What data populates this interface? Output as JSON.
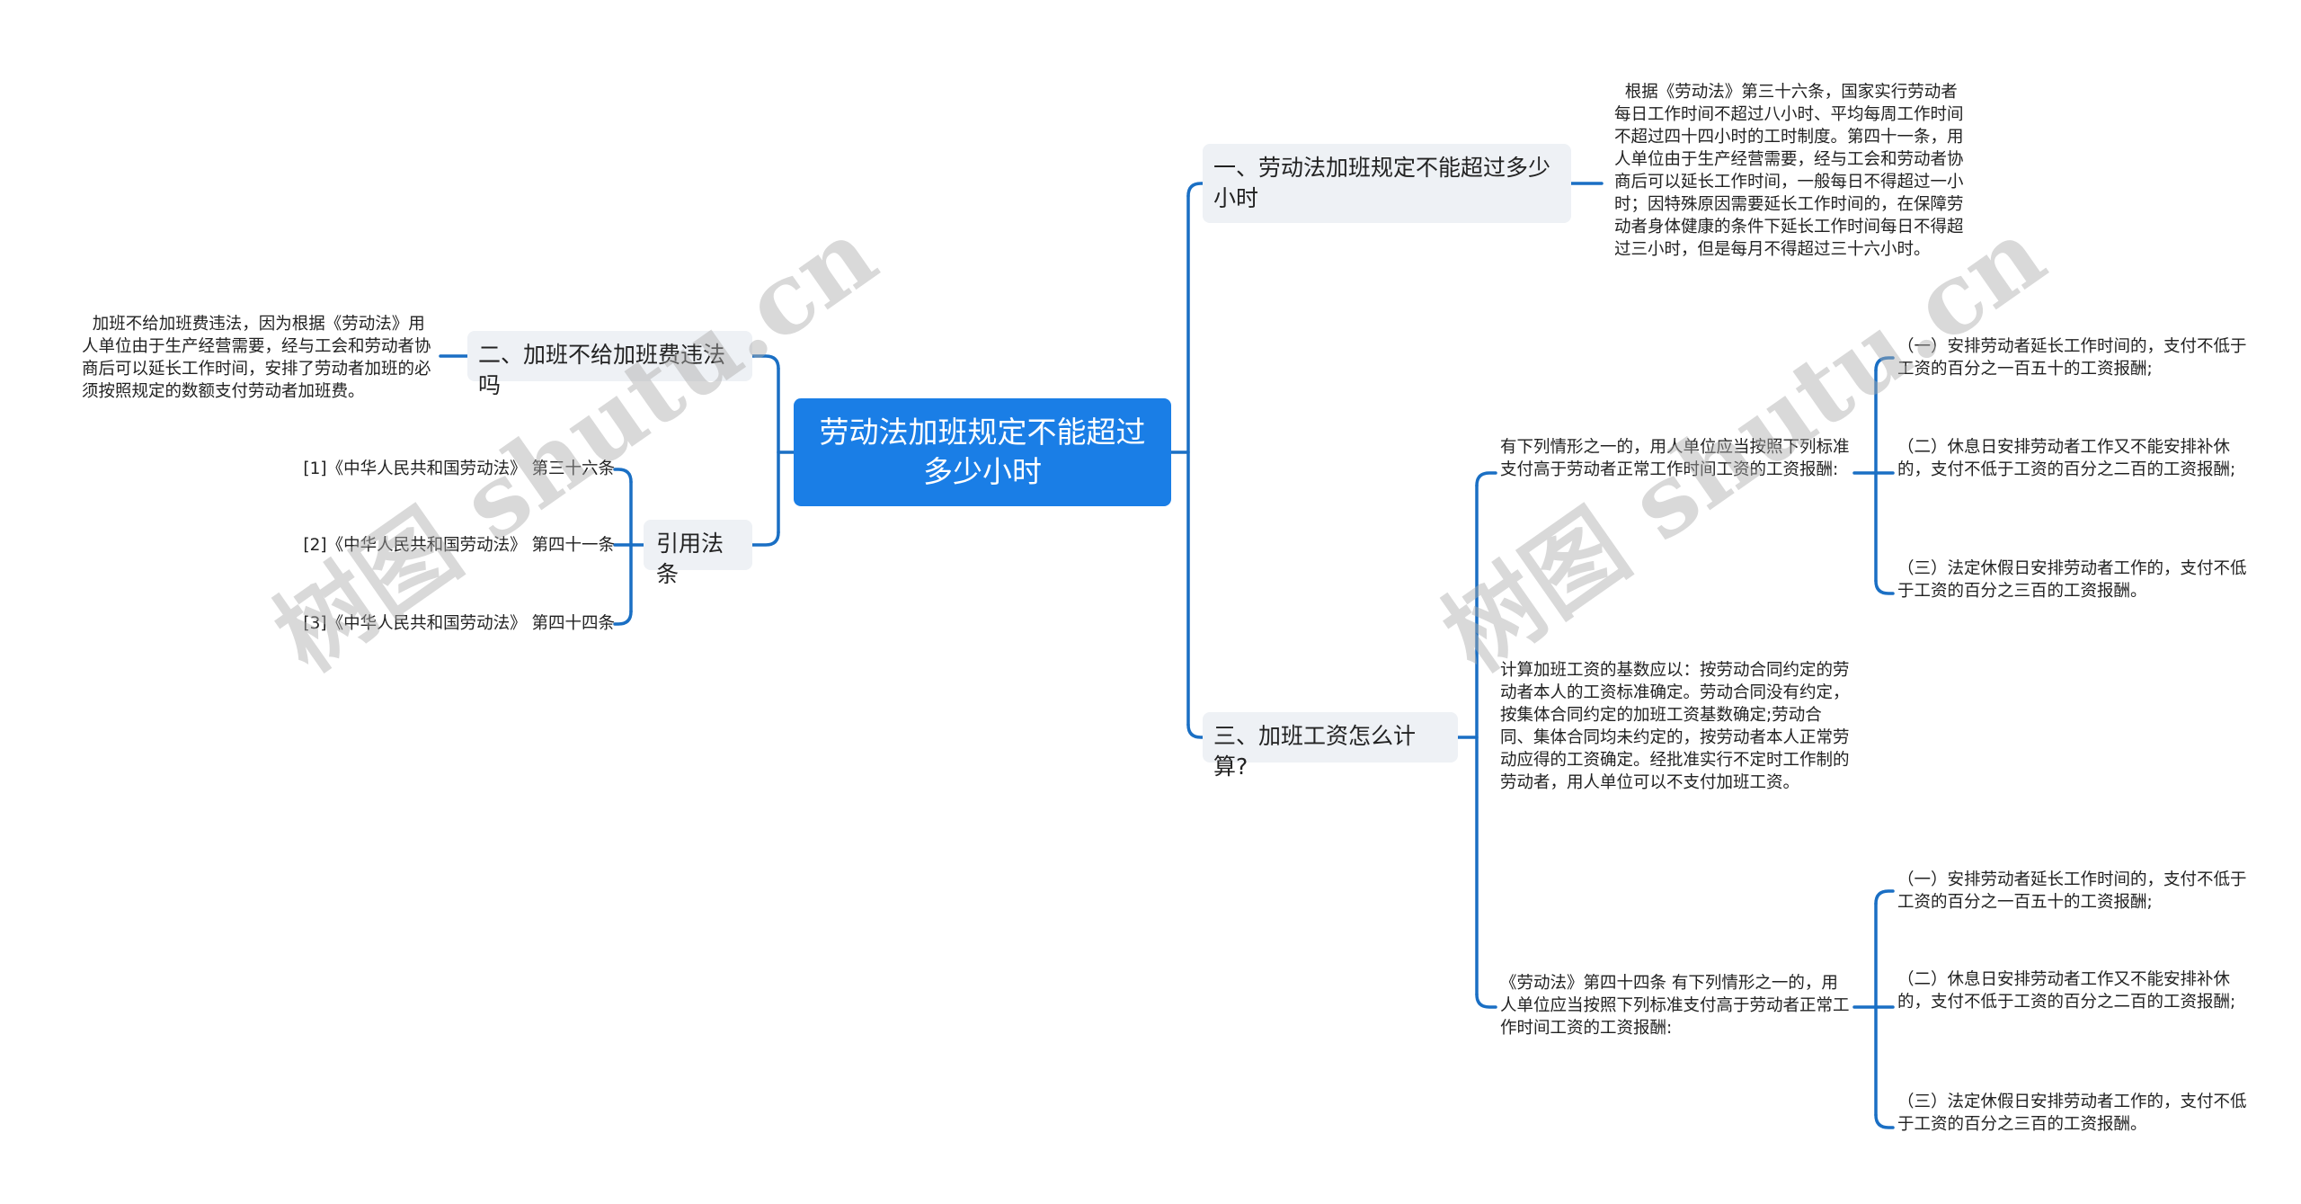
{
  "root": {
    "label": "劳动法加班规定不能超过多少小时"
  },
  "left": {
    "branch_2": {
      "label": "二、加班不给加班费违法吗",
      "detail": "  加班不给加班费违法，因为根据《劳动法》用人单位由于生产经营需要，经与工会和劳动者协商后可以延长工作时间，安排了劳动者加班的必须按照规定的数额支付劳动者加班费。"
    },
    "references": {
      "label": "引用法条",
      "items": [
        "[1]《中华人民共和国劳动法》 第三十六条",
        "[2]《中华人民共和国劳动法》 第四十一条",
        "[3]《中华人民共和国劳动法》 第四十四条"
      ]
    }
  },
  "right": {
    "branch_1": {
      "label": "一、劳动法加班规定不能超过多少小时",
      "detail": "  根据《劳动法》第三十六条，国家实行劳动者每日工作时间不超过八小时、平均每周工作时间不超过四十四小时的工时制度。第四十一条，用人单位由于生产经营需要，经与工会和劳动者协商后可以延长工作时间，一般每日不得超过一小时；因特殊原因需要延长工作时间的，在保障劳动者身体健康的条件下延长工作时间每日不得超过三小时，但是每月不得超过三十六小时。"
    },
    "branch_3": {
      "label": "三、加班工资怎么计算?",
      "children": [
        {
          "text": "有下列情形之一的，用人单位应当按照下列标准支付高于劳动者正常工作时间工资的工资报酬:",
          "leaves": [
            "（一）安排劳动者延长工作时间的，支付不低于工资的百分之一百五十的工资报酬;",
            "（二）休息日安排劳动者工作又不能安排补休的，支付不低于工资的百分之二百的工资报酬;",
            "（三）法定休假日安排劳动者工作的，支付不低于工资的百分之三百的工资报酬。"
          ]
        },
        {
          "text": "计算加班工资的基数应以：按劳动合同约定的劳动者本人的工资标准确定。劳动合同没有约定，按集体合同约定的加班工资基数确定;劳动合同、集体合同均未约定的，按劳动者本人正常劳动应得的工资确定。经批准实行不定时工作制的劳动者，用人单位可以不支付加班工资。"
        },
        {
          "text": "《劳动法》第四十四条 有下列情形之一的，用人单位应当按照下列标准支付高于劳动者正常工作时间工资的工资报酬:",
          "leaves": [
            "（一）安排劳动者延长工作时间的，支付不低于工资的百分之一百五十的工资报酬;",
            "（二）休息日安排劳动者工作又不能安排补休的，支付不低于工资的百分之二百的工资报酬;",
            "（三）法定休假日安排劳动者工作的，支付不低于工资的百分之三百的工资报酬。"
          ]
        }
      ]
    }
  },
  "watermark": {
    "text": "树图 shutu.cn"
  },
  "colors": {
    "root_bg": "#1a7ee6",
    "topic_bg": "#eef1f5",
    "connector": "#1a6fc4",
    "text": "#222222"
  }
}
